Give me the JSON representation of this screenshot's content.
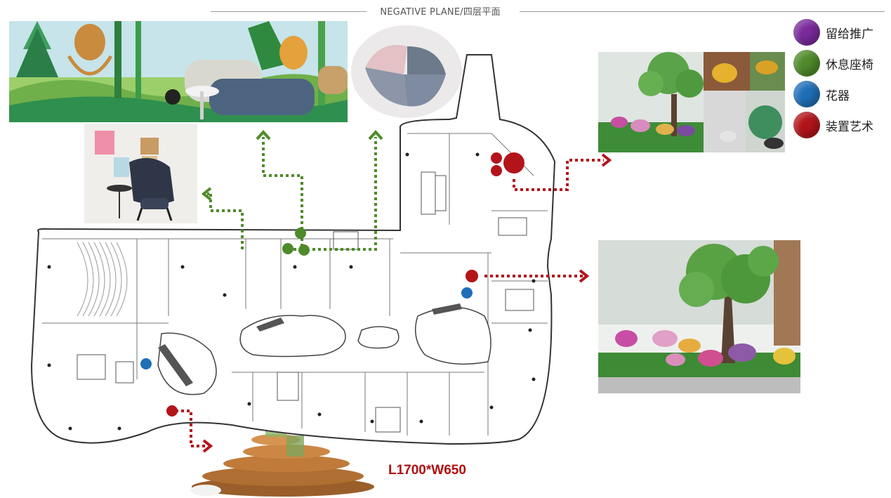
{
  "header": {
    "title": "NEGATIVE PLANE/四层平面"
  },
  "legend": [
    {
      "label": "留给推广",
      "color": "#7a2a9c"
    },
    {
      "label": "休息座椅",
      "color": "#4f8a2b"
    },
    {
      "label": "花器",
      "color": "#1f6fb8"
    },
    {
      "label": "装置艺术",
      "color": "#b3141a"
    }
  ],
  "annotation": {
    "dimension": "L1700*W650"
  }
}
